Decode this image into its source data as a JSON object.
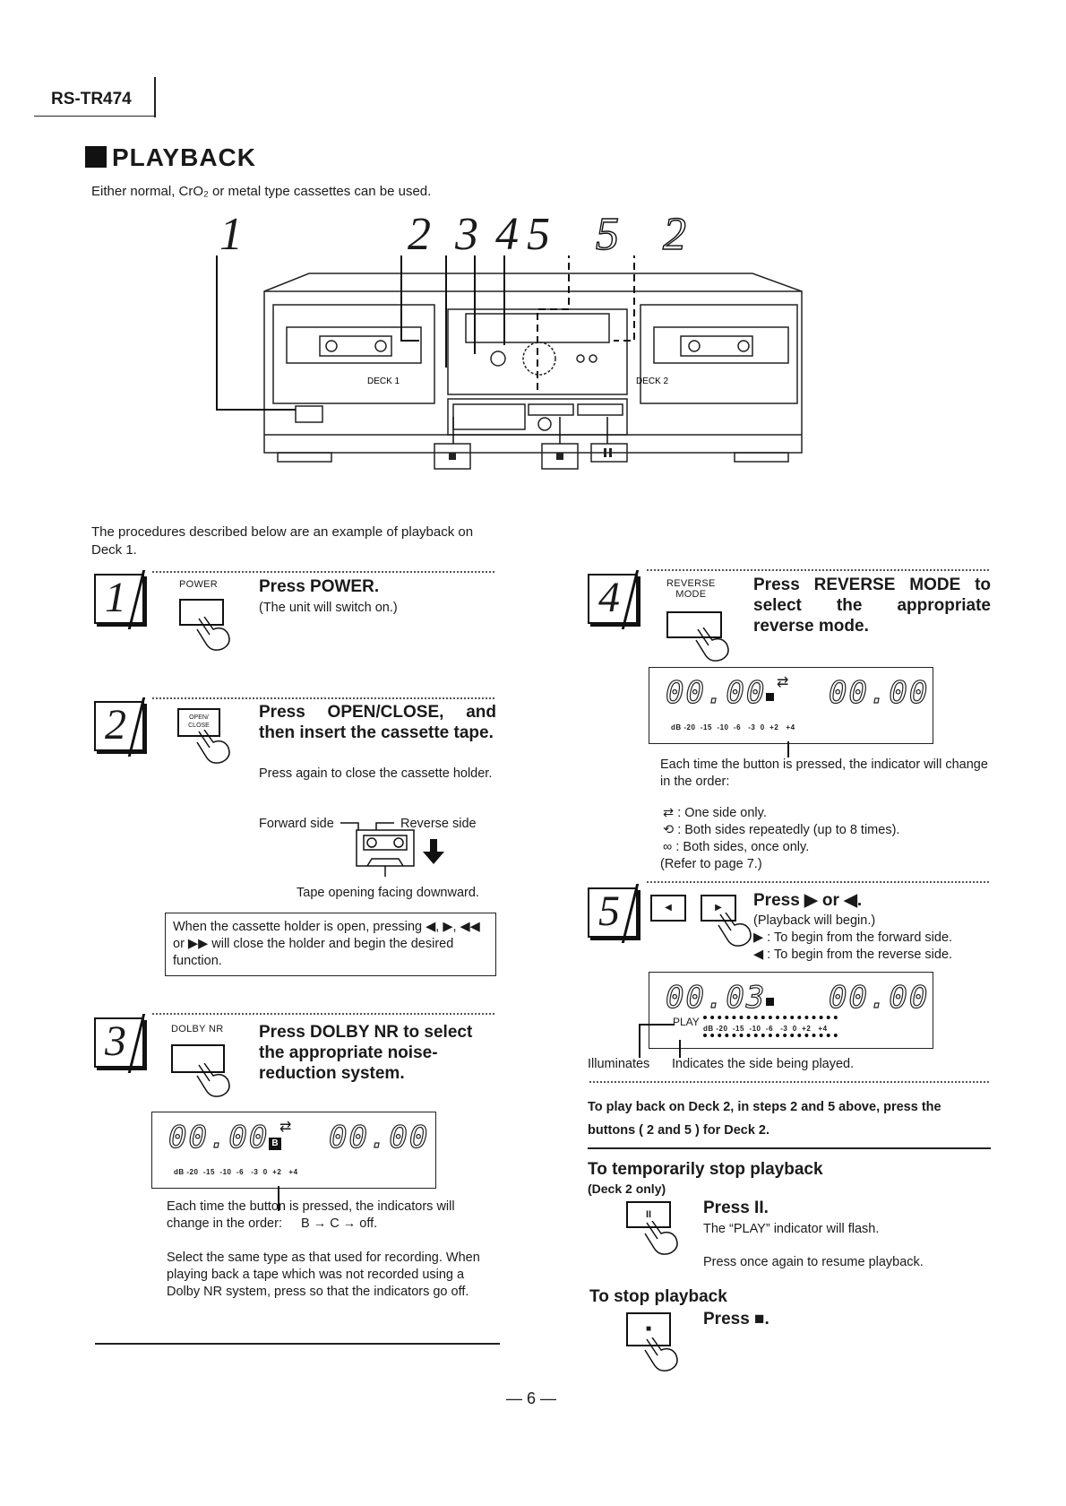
{
  "header": {
    "model": "RS-TR474"
  },
  "section": {
    "title": "PLAYBACK",
    "subtitle": "Either normal, CrO₂ or metal type cassettes can be used."
  },
  "diagram": {
    "callouts": [
      "1",
      "2",
      "3",
      "4",
      "5",
      "5",
      "2"
    ],
    "deck1_label": "DECK 1",
    "deck2_label": "DECK 2",
    "stop_symbol": "■",
    "pause_symbol": "II"
  },
  "intro": "The procedures described below are an example of playback on Deck 1.",
  "steps": {
    "s1": {
      "num": "1",
      "button": "POWER",
      "title": "Press POWER.",
      "body": "(The unit will switch on.)"
    },
    "s2": {
      "num": "2",
      "button_top": "OPEN/",
      "button_bottom": "CLOSE",
      "title": "Press OPEN/CLOSE, and then insert the cassette tape.",
      "body": "Press again to close the cassette holder.",
      "forward": "Forward side",
      "reverse": "Reverse side",
      "tape_caption": "Tape opening facing downward.",
      "box": "When the cassette holder is open, pressing ◀, ▶, ◀◀ or ▶▶ will close the holder and begin the desired function."
    },
    "s3": {
      "num": "3",
      "button": "DOLBY NR",
      "title": "Press DOLBY NR to select the appropriate noise-reduction system.",
      "lcd_left": "00.00",
      "lcd_right": "00.00",
      "order_text": "Each time the button is pressed, the indicators will change in the order:",
      "order_seq": "B → C → off.",
      "body": "Select the same type as that used for recording. When playing back a tape which was not recorded using a Dolby NR system, press so that the indicators go off."
    },
    "s4": {
      "num": "4",
      "button_top": "REVERSE",
      "button_bottom": "MODE",
      "title": "Press REVERSE MODE to select the appropriate reverse mode.",
      "lcd_left": "00.00",
      "lcd_right": "00.00",
      "order_text": "Each time the button is pressed, the indicator will change in the order:",
      "legend": [
        {
          "symbol": "⇄",
          "text": ": One side only."
        },
        {
          "symbol": "⟲",
          "text": ": Both sides repeatedly (up to 8 times)."
        },
        {
          "symbol": "∞",
          "text": ": Both sides, once only."
        }
      ],
      "refer": "(Refer to page 7.)"
    },
    "s5": {
      "num": "5",
      "title": "Press ▶ or ◀.",
      "body1": "(Playback will begin.)",
      "body2": "▶ : To begin from the forward side.",
      "body3": "◀ : To begin from the reverse side.",
      "lcd_left": "00.03",
      "lcd_right": "00.00",
      "play_label": "PLAY",
      "illuminates": "Illuminates",
      "indicates": "Indicates the side being played."
    }
  },
  "deck2_note": "To play back on Deck 2, in steps 2 and 5 above, press the buttons ( 2 and 5 ) for Deck 2.",
  "pause": {
    "title": "To temporarily stop playback",
    "sub": "(Deck 2 only)",
    "action": "Press II.",
    "body1": "The “PLAY” indicator will flash.",
    "body2": "Press once again to resume playback."
  },
  "stop": {
    "title": "To stop playback",
    "action": "Press ■."
  },
  "footer": {
    "page": "— 6 —"
  },
  "meter_scale": "dB -20  -15  -10  -6   -3  0  +2   +4"
}
